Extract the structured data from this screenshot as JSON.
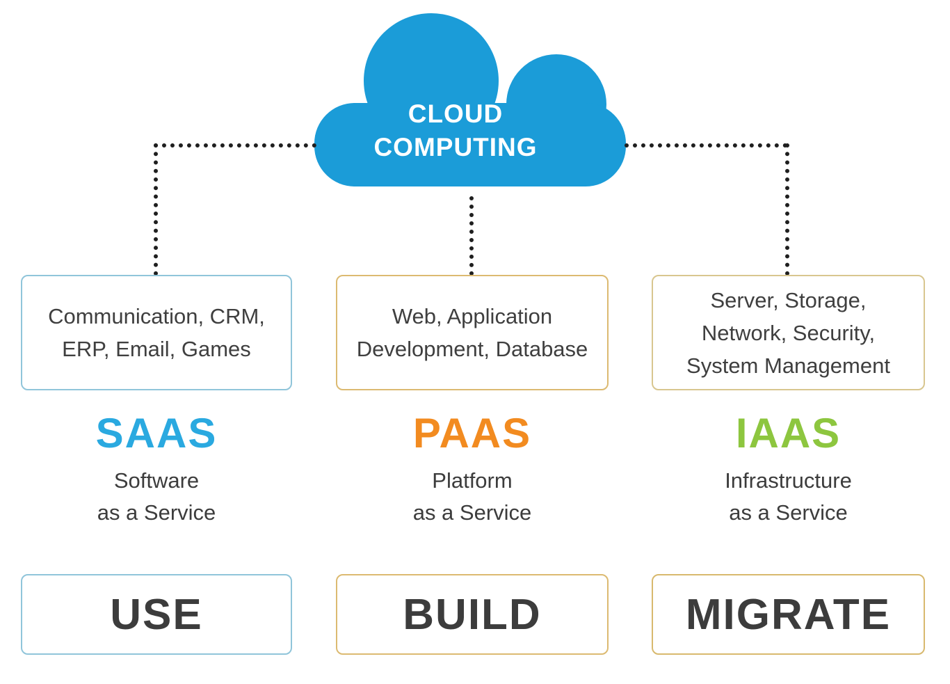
{
  "cloud": {
    "line1": "CLOUD",
    "line2": "COMPUTING",
    "fill_color": "#1b9cd8",
    "text_color": "#ffffff"
  },
  "connector_color": "#1f1f1f",
  "columns": [
    {
      "id": "saas",
      "items_lines": [
        "Communication, CRM,",
        "ERP, Email, Games"
      ],
      "acronym": "SAAS",
      "acronym_color": "#2aa9e0",
      "full_name_lines": [
        "Software",
        "as a Service"
      ],
      "action": "USE",
      "border_color": "#90c5da"
    },
    {
      "id": "paas",
      "items_lines": [
        "Web, Application",
        "Development, Database"
      ],
      "acronym": "PAAS",
      "acronym_color": "#f28b20",
      "full_name_lines": [
        "Platform",
        "as a Service"
      ],
      "action": "BUILD",
      "border_color": "#dcba71"
    },
    {
      "id": "iaas",
      "items_lines": [
        "Server, Storage,",
        "Network, Security,",
        "System Management"
      ],
      "acronym": "IAAS",
      "acronym_color": "#8dc63f",
      "full_name_lines": [
        "Infrastructure",
        "as a Service"
      ],
      "action": "MIGRATE",
      "border_color": "#d8c68f"
    }
  ]
}
